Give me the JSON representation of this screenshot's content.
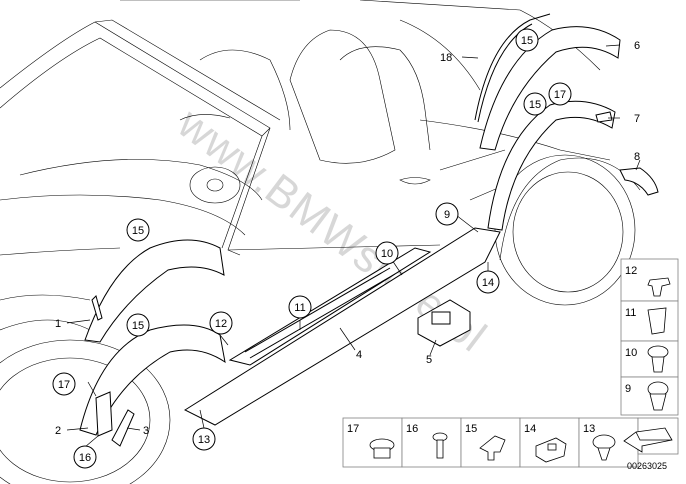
{
  "watermark": "www.BMWstore.pl",
  "doc_number": "00263025",
  "callouts": {
    "c1": "1",
    "c2": "2",
    "c3": "3",
    "c4": "4",
    "c5": "5",
    "c6": "6",
    "c7": "7",
    "c8": "8",
    "c9": "9",
    "c10": "10",
    "c11": "11",
    "c12": "12",
    "c13": "13",
    "c14": "14",
    "c15": "15",
    "c16": "16",
    "c17": "17",
    "c18": "18"
  },
  "legend_right": [
    "12",
    "11",
    "10",
    "9"
  ],
  "legend_bottom": [
    "17",
    "16",
    "15",
    "14",
    "13"
  ],
  "colors": {
    "line": "#000000",
    "watermark": "#b8b8b8",
    "box_border": "#808080"
  }
}
